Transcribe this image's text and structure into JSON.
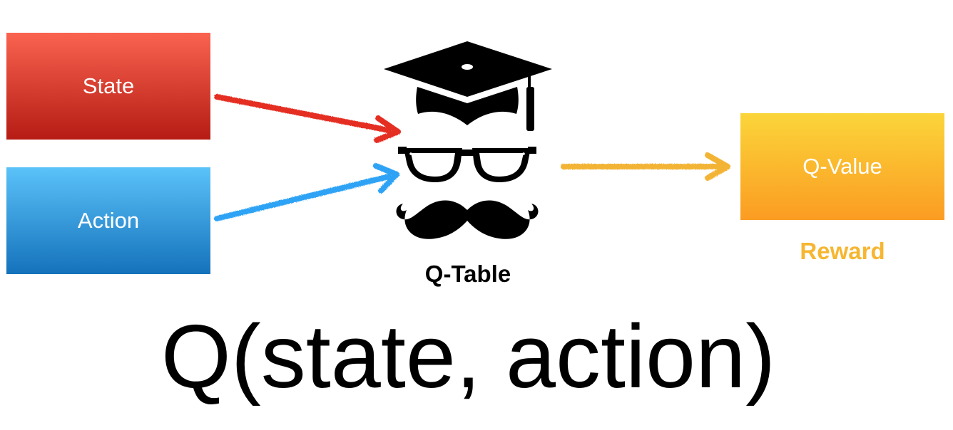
{
  "nodes": {
    "state": "State",
    "action": "Action",
    "q_value": "Q-Value",
    "q_table": "Q-Table",
    "reward": "Reward"
  },
  "formula": "Q(state, action)",
  "colors": {
    "state": "#e23a2e",
    "action": "#2c9ae8",
    "q_value": "#fbb62c",
    "reward": "#f6b632",
    "arrow_state": "#e52d24",
    "arrow_action": "#2da3f5",
    "arrow_output": "#f3b436"
  },
  "icons": [
    "graduation-cap-icon",
    "glasses-icon",
    "mustache-icon"
  ]
}
